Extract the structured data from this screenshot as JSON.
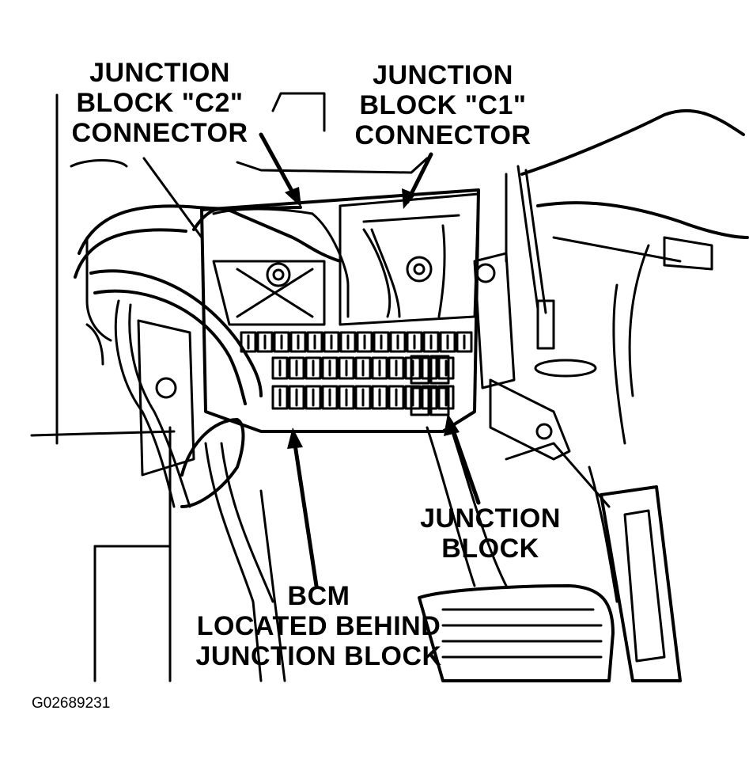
{
  "labels": {
    "jb_c2": [
      "JUNCTION",
      "BLOCK \"C2\"",
      "CONNECTOR"
    ],
    "jb_c1": [
      "JUNCTION",
      "BLOCK \"C1\"",
      "CONNECTOR"
    ],
    "junction_block": [
      "JUNCTION",
      "BLOCK"
    ],
    "bcm": [
      "BCM",
      "LOCATED BEHIND",
      "JUNCTION BLOCK"
    ]
  },
  "figure_id": "G02689231",
  "colors": {
    "ink": "#000000",
    "paper": "#ffffff"
  }
}
